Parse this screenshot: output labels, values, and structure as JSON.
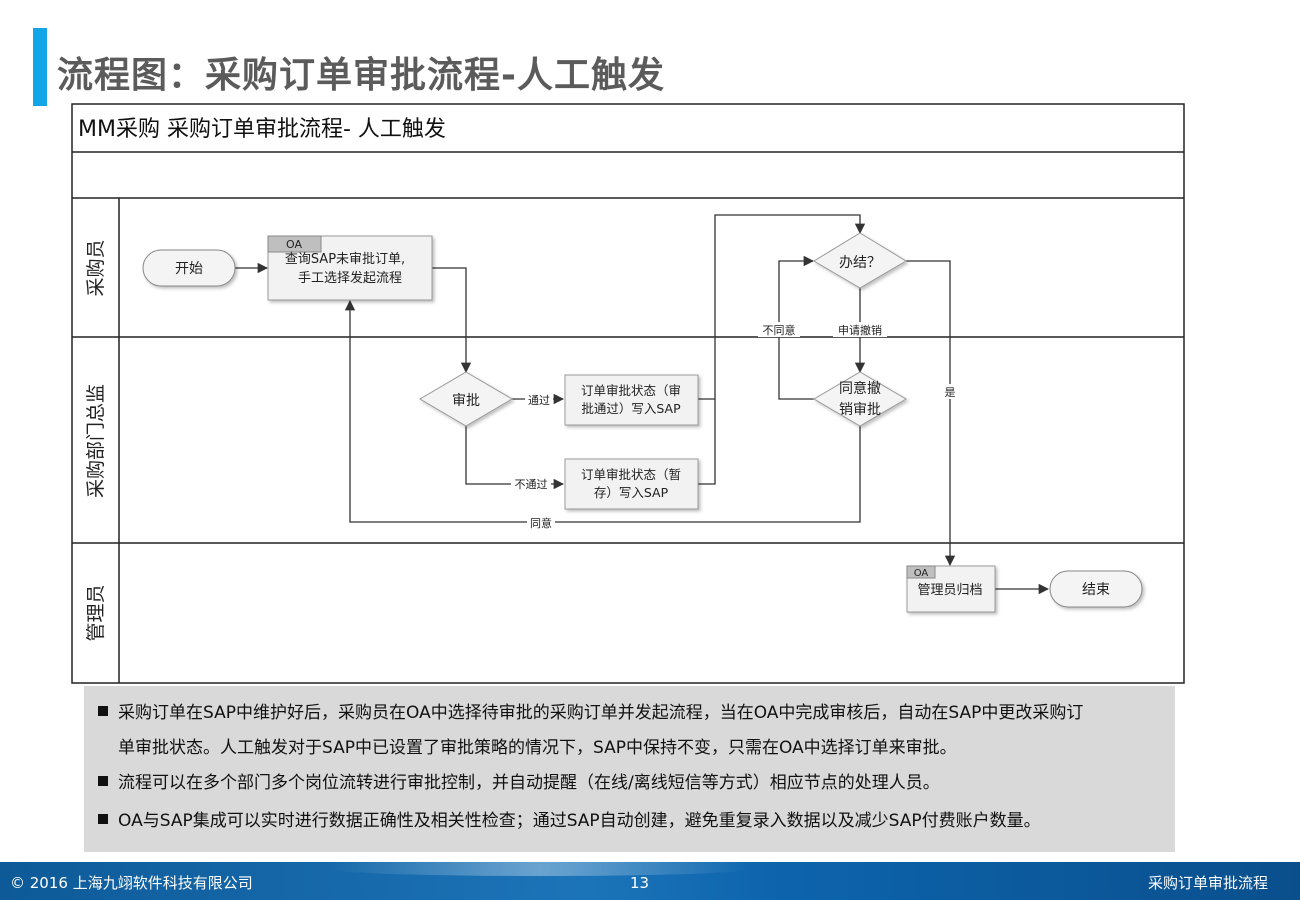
{
  "title": "流程图：采购订单审批流程-人工触发",
  "diagram": {
    "header": "MM采购  采购订单审批流程- 人工触发",
    "lanes": [
      "采购员",
      "采购部门总监",
      "管理员"
    ],
    "start_label": "开始",
    "end_label": "结束",
    "oa_tag": "OA",
    "task_query": [
      "查询SAP未审批订单,",
      "手工选择发起流程"
    ],
    "decision_approve": "审批",
    "pass_label": "通过",
    "fail_label": "不通过",
    "task_pass": [
      "订单审批状态（审",
      "批通过）写入SAP"
    ],
    "task_fail": [
      "订单审批状态（暂",
      "存）写入SAP"
    ],
    "decision_done": "办结？",
    "decision_revoke": [
      "同意撤",
      "销审批"
    ],
    "label_disagree": "不同意",
    "label_apply_revoke": "申请撤销",
    "label_yes": "是",
    "label_agree": "同意",
    "task_archive": "管理员归档"
  },
  "notes": [
    [
      "采购订单在SAP中维护好后，采购员在OA中选择待审批的采购订单并发起流程，当在OA中完成审核后，自动在SAP中更改采购订",
      "单审批状态。人工触发对于SAP中已设置了审批策略的情况下，SAP中保持不变，只需在OA中选择订单来审批。"
    ],
    [
      "流程可以在多个部门多个岗位流转进行审批控制，并自动提醒（在线/离线短信等方式）相应节点的处理人员。"
    ],
    [
      "OA与SAP集成可以实时进行数据正确性及相关性检查；通过SAP自动创建，避免重复录入数据以及减少SAP付费账户数量。"
    ]
  ],
  "footer": {
    "left": "© 2016 上海九翊软件科技有限公司",
    "page": "13",
    "right": "采购订单审批流程"
  }
}
